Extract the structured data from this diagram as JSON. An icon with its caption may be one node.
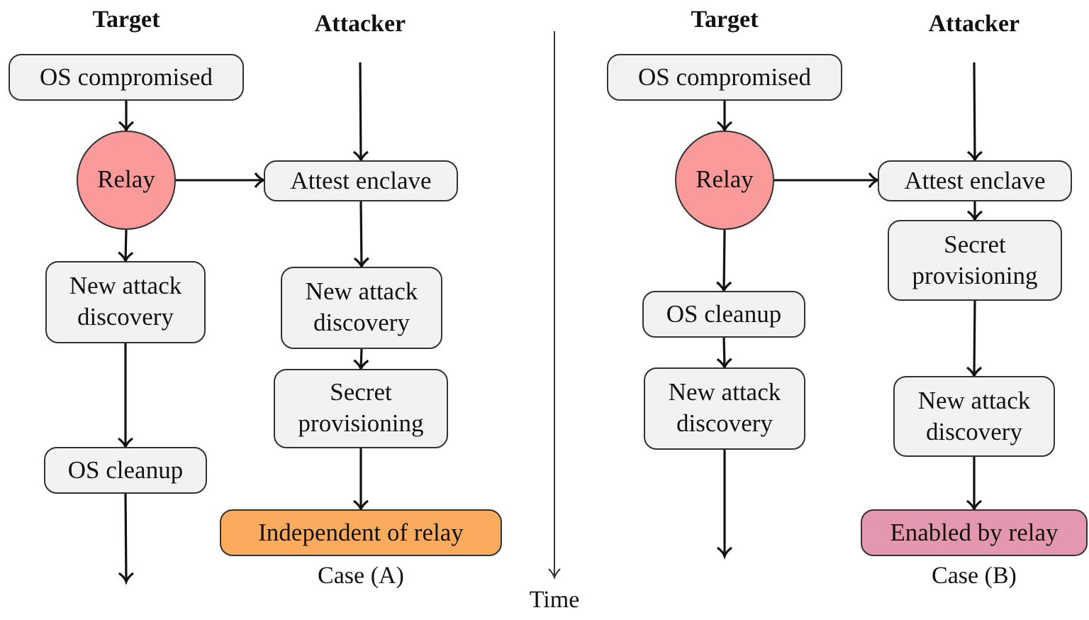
{
  "diagram": {
    "nodes": [
      {
        "text": [
          "OS compromised"
        ]
      },
      {
        "text": [
          "Relay"
        ]
      },
      {
        "text": [
          "New attack discovery"
        ]
      },
      {
        "text": [
          "OS cleanup"
        ]
      },
      {
        "text": [
          "Attest enclave"
        ]
      },
      {
        "text": [
          "New attack discovery"
        ]
      },
      {
        "text": [
          "Secret provisioning"
        ]
      },
      {
        "text": [
          "Independent of relay"
        ],
        "beside": [
          "Case (A)"
        ]
      },
      {
        "text": [
          "OS compromised"
        ]
      },
      {
        "text": [
          "Relay"
        ]
      },
      {
        "text": [
          "OS cleanup"
        ]
      },
      {
        "text": [
          "New attack discovery"
        ]
      },
      {
        "text": [
          "Attest enclave"
        ]
      },
      {
        "text": [
          "Secret provisioning"
        ]
      },
      {
        "text": [
          "New attack discovery"
        ]
      },
      {
        "text": [
          "Enabled by relay"
        ],
        "beside": [
          "Case (B)"
        ]
      }
    ],
    "edges": [
      {
        "from": 0,
        "to": 1,
        "arrow": "to"
      },
      {
        "from": 1,
        "to": 2,
        "arrow": "to"
      },
      {
        "from": 2,
        "to": 3,
        "arrow": "to"
      },
      {
        "from": 3,
        "to": null,
        "arrow": "to"
      },
      {
        "from": null,
        "to": 4,
        "arrow": "to"
      },
      {
        "from": 1,
        "to": 4,
        "arrow": "to"
      },
      {
        "from": 4,
        "to": 5,
        "arrow": "to"
      },
      {
        "from": 5,
        "to": 6,
        "arrow": "to"
      },
      {
        "from": 6,
        "to": 7,
        "arrow": "to"
      },
      {
        "from": 8,
        "to": 9,
        "arrow": "to"
      },
      {
        "from": 9,
        "to": 10,
        "arrow": "to"
      },
      {
        "from": 10,
        "to": 11,
        "arrow": "to"
      },
      {
        "from": 11,
        "to": null,
        "arrow": "to"
      },
      {
        "from": null,
        "to": 12,
        "arrow": "to"
      },
      {
        "from": 9,
        "to": 12,
        "arrow": "to"
      },
      {
        "from": 12,
        "to": 13,
        "arrow": "to"
      },
      {
        "from": 13,
        "to": 14,
        "arrow": "to"
      },
      {
        "from": 14,
        "to": 15,
        "arrow": "to"
      }
    ],
    "labels": [
      "Target",
      "Attacker",
      "Target",
      "Attacker",
      "Time"
    ]
  }
}
